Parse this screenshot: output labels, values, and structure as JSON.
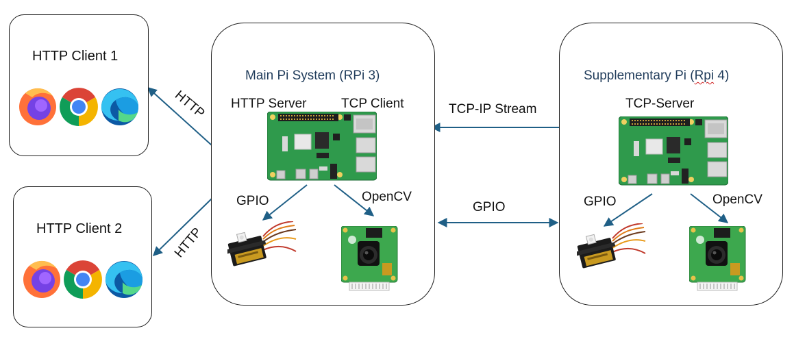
{
  "clients": [
    {
      "title": "HTTP Client 1",
      "browsers": [
        "firefox-icon",
        "chrome-icon",
        "edge-icon"
      ]
    },
    {
      "title": "HTTP Client 2",
      "browsers": [
        "firefox-icon",
        "chrome-icon",
        "edge-icon"
      ]
    }
  ],
  "main_pi": {
    "title": "Main Pi System (RPi 3)",
    "http_server": "HTTP Server",
    "tcp_client": "TCP Client",
    "gpio": "GPIO",
    "opencv": "OpenCV"
  },
  "supp_pi": {
    "title_pre": "Supplementary Pi (",
    "title_mid": "Rpi",
    "title_post": " 4)",
    "tcp_server": "TCP-Server",
    "gpio": "GPIO",
    "opencv": "OpenCV"
  },
  "links": {
    "http_1": "HTTP",
    "http_2": "HTTP",
    "tcp_stream": "TCP-IP Stream",
    "gpio": "GPIO"
  },
  "colors": {
    "arrow": "#1f5f86",
    "box_border": "#1c1c1c",
    "title_text": "#1f3b5a",
    "board_green": "#2f9a4c",
    "camera_green": "#3da84e"
  }
}
